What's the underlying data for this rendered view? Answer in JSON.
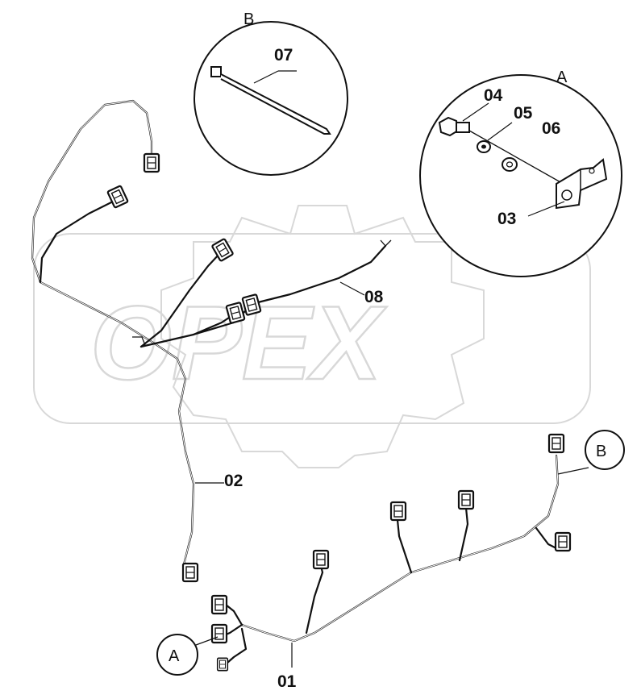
{
  "watermark": {
    "text": "OPEX",
    "color": "#d8d8d8"
  },
  "detail_views": {
    "a": {
      "letter": "A"
    },
    "b": {
      "letter": "B"
    }
  },
  "part_labels": {
    "p01": "01",
    "p02": "02",
    "p03": "03",
    "p04": "04",
    "p05": "05",
    "p06": "06",
    "p07": "07",
    "p08": "08"
  },
  "callout_bubbles": {
    "a": "A",
    "b": "B"
  },
  "icons": [
    "connector-icon",
    "cable-tie-icon",
    "bolt-icon",
    "washer-icon",
    "bracket-icon"
  ]
}
